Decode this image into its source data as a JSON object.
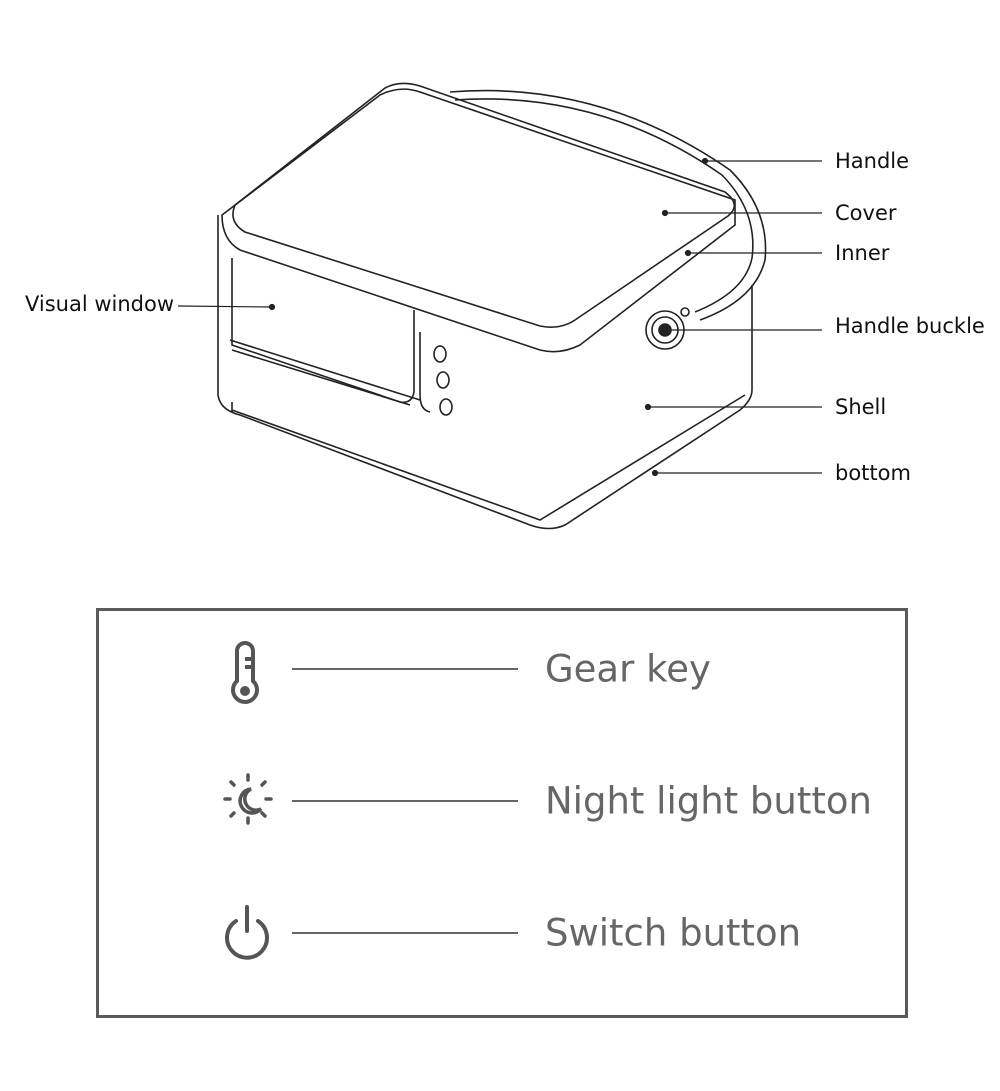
{
  "diagram": {
    "labels": {
      "handle": "Handle",
      "cover": "Cover",
      "inner": "Inner",
      "handle_buckle": "Handle buckle",
      "shell": "Shell",
      "bottom": "bottom",
      "visual_window": "Visual window"
    }
  },
  "legend": {
    "items": [
      {
        "icon": "thermometer-icon",
        "label": "Gear key"
      },
      {
        "icon": "sun-moon-icon",
        "label": "Night light button"
      },
      {
        "icon": "power-icon",
        "label": "Switch button"
      }
    ]
  }
}
